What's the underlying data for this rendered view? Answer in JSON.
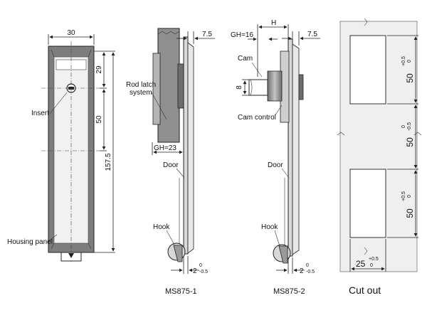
{
  "front_view": {
    "dim_width": "30",
    "dim_top": "29",
    "dim_mid": "50",
    "dim_total": "157.5",
    "label_insert": "Insert",
    "label_housing": "Housing panel"
  },
  "ms875_1": {
    "dim_offset": "7.5",
    "label_rod": "Rod latch",
    "label_rod2": "system",
    "gh": "GH=23",
    "label_door": "Door",
    "label_hook": "Hook",
    "dim_gap": "2",
    "tol_up": "0",
    "tol_dn": "-0.5",
    "caption": "MS875-1"
  },
  "ms875_2": {
    "dim_h": "H",
    "gh": "GH=16",
    "dim_offset": "7.5",
    "label_cam": "Cam",
    "dim_cam": "8",
    "label_cam_control": "Cam control",
    "label_door": "Door",
    "label_hook": "Hook",
    "dim_gap": "2",
    "tol_up": "0",
    "tol_dn": "-0.5",
    "caption": "MS875-2"
  },
  "cutout": {
    "dim_top": "50",
    "dim_top_up": "+0.5",
    "dim_top_dn": "0",
    "dim_mid": "50",
    "dim_mid_up": "0",
    "dim_mid_dn": "-0.5",
    "dim_bot": "50",
    "dim_bot_up": "+0.5",
    "dim_bot_dn": "0",
    "dim_width": "25",
    "dim_width_up": "+0.5",
    "dim_width_dn": "0",
    "caption": "Cut out"
  },
  "colors": {
    "housing_gray": "#8a8a8a",
    "panel_gray": "#f2f2f2",
    "cutout_bg": "#efefef"
  }
}
